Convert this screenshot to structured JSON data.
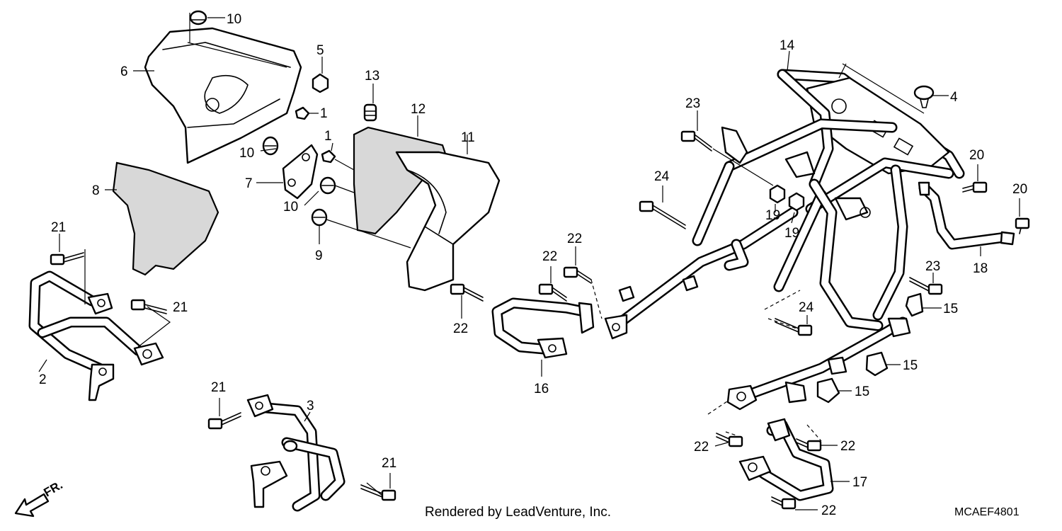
{
  "diagram": {
    "footer_text": "Rendered by LeadVenture, Inc.",
    "diagram_code": "MCAEF4801",
    "direction_label": "FR.",
    "callouts": [
      {
        "id": "c10a",
        "text": "10"
      },
      {
        "id": "c6",
        "text": "6"
      },
      {
        "id": "c5",
        "text": "5"
      },
      {
        "id": "c13",
        "text": "13"
      },
      {
        "id": "c1a",
        "text": "1"
      },
      {
        "id": "c12",
        "text": "12"
      },
      {
        "id": "c1b",
        "text": "1"
      },
      {
        "id": "c11",
        "text": "11"
      },
      {
        "id": "c10b",
        "text": "10"
      },
      {
        "id": "c7",
        "text": "7"
      },
      {
        "id": "c10c",
        "text": "10"
      },
      {
        "id": "c8",
        "text": "8"
      },
      {
        "id": "c9",
        "text": "9"
      },
      {
        "id": "c21a",
        "text": "21"
      },
      {
        "id": "c21b",
        "text": "21"
      },
      {
        "id": "c2",
        "text": "2"
      },
      {
        "id": "c21c",
        "text": "21"
      },
      {
        "id": "c3",
        "text": "3"
      },
      {
        "id": "c21d",
        "text": "21"
      },
      {
        "id": "c22a",
        "text": "22"
      },
      {
        "id": "c22b",
        "text": "22"
      },
      {
        "id": "c22c",
        "text": "22"
      },
      {
        "id": "c16",
        "text": "16"
      },
      {
        "id": "c14",
        "text": "14"
      },
      {
        "id": "c4",
        "text": "4"
      },
      {
        "id": "c23a",
        "text": "23"
      },
      {
        "id": "c24a",
        "text": "24"
      },
      {
        "id": "c19a",
        "text": "19"
      },
      {
        "id": "c19b",
        "text": "19"
      },
      {
        "id": "c20a",
        "text": "20"
      },
      {
        "id": "c20b",
        "text": "20"
      },
      {
        "id": "c18",
        "text": "18"
      },
      {
        "id": "c23b",
        "text": "23"
      },
      {
        "id": "c15a",
        "text": "15"
      },
      {
        "id": "c24b",
        "text": "24"
      },
      {
        "id": "c15b",
        "text": "15"
      },
      {
        "id": "c15c",
        "text": "15"
      },
      {
        "id": "c22d",
        "text": "22"
      },
      {
        "id": "c22e",
        "text": "22"
      },
      {
        "id": "c17",
        "text": "17"
      },
      {
        "id": "c22f",
        "text": "22"
      }
    ]
  }
}
